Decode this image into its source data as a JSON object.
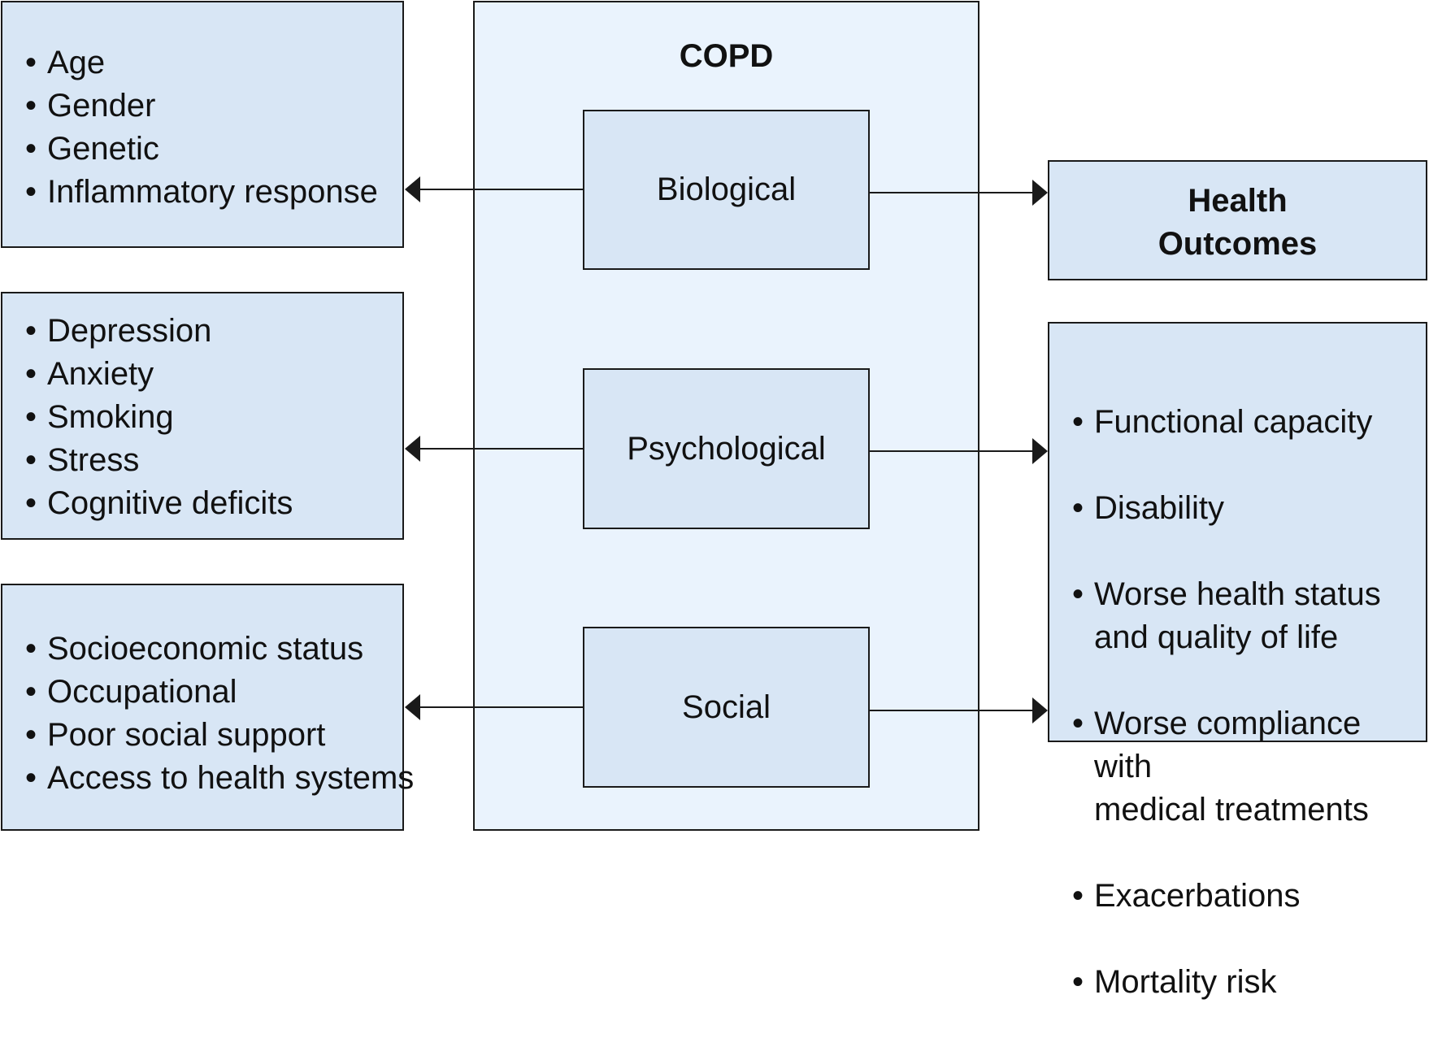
{
  "copd": {
    "title": "COPD",
    "domains": [
      "Biological",
      "Psychological",
      "Social"
    ]
  },
  "factor_groups": [
    {
      "items": [
        "Age",
        "Gender",
        "Genetic",
        "Inflammatory response"
      ]
    },
    {
      "items": [
        "Depression",
        "Anxiety",
        "Smoking",
        "Stress",
        "Cognitive deficits"
      ]
    },
    {
      "items": [
        "Socioeconomic status",
        "Occupational",
        "Poor social support",
        "Access to health systems"
      ]
    }
  ],
  "outcomes": {
    "title_line1": "Health",
    "title_line2": "Outcomes",
    "items": [
      "Functional capacity",
      "Disability",
      "Worse health status\nand quality of life",
      "Worse compliance with\nmedical treatments",
      "Exacerbations",
      "Mortality risk"
    ]
  },
  "colors": {
    "box_fill": "#d8e6f5",
    "panel_fill": "#eaf3fd",
    "line": "#1a1a1a"
  }
}
